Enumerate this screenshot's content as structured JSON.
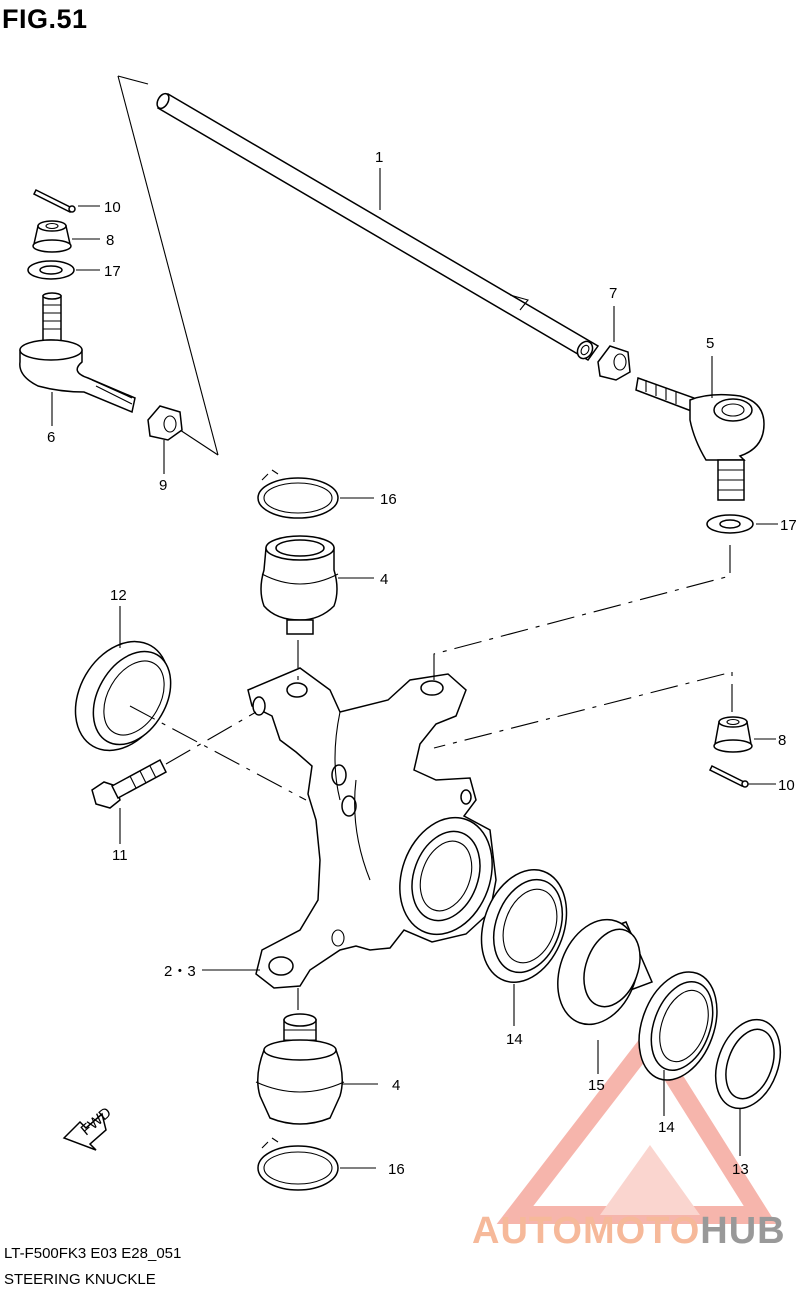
{
  "figure": {
    "title": "FIG.51",
    "code": "LT-F500FK3 E03 E28_051",
    "name": "STEERING KNUCKLE"
  },
  "callouts": [
    {
      "id": "c1",
      "text": "1"
    },
    {
      "id": "c10a",
      "text": "10"
    },
    {
      "id": "c8a",
      "text": "8"
    },
    {
      "id": "c17a",
      "text": "17"
    },
    {
      "id": "c6",
      "text": "6"
    },
    {
      "id": "c9",
      "text": "9"
    },
    {
      "id": "c7",
      "text": "7"
    },
    {
      "id": "c5",
      "text": "5"
    },
    {
      "id": "c16a",
      "text": "16"
    },
    {
      "id": "c17b",
      "text": "17"
    },
    {
      "id": "c4a",
      "text": "4"
    },
    {
      "id": "c12",
      "text": "12"
    },
    {
      "id": "c8b",
      "text": "8"
    },
    {
      "id": "c10b",
      "text": "10"
    },
    {
      "id": "c11",
      "text": "11"
    },
    {
      "id": "c23",
      "text": "2・3"
    },
    {
      "id": "c14a",
      "text": "14"
    },
    {
      "id": "c15",
      "text": "15"
    },
    {
      "id": "c14b",
      "text": "14"
    },
    {
      "id": "c13",
      "text": "13"
    },
    {
      "id": "c4b",
      "text": "4"
    },
    {
      "id": "c16b",
      "text": "16"
    }
  ],
  "direction_marker": {
    "text": "FWD",
    "icon": "fwd-arrow-icon"
  },
  "watermark": {
    "part1": "AUTOMOTO",
    "part2": "HUB",
    "color_primary": "#f28b7a",
    "color_secondary": "#999999"
  }
}
